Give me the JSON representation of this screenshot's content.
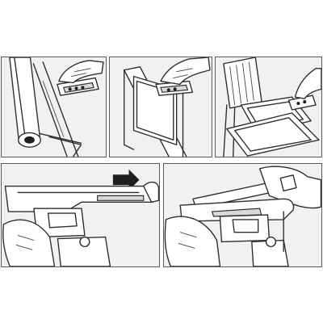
{
  "illustration": {
    "panels": [
      {
        "id": 1,
        "icon": "roll-and-stapler-icon"
      },
      {
        "id": 2,
        "icon": "frame-stapling-icon"
      },
      {
        "id": 3,
        "icon": "chair-seat-stapling-icon"
      },
      {
        "id": 4,
        "icon": "stapler-loading-arrow-icon"
      },
      {
        "id": 5,
        "icon": "stapler-closing-icon"
      }
    ],
    "colors": {
      "line": "#2e2e2e",
      "panel_bg": "#f1f1f1",
      "border": "#5a5a5a",
      "arrow": "#1f1f1f"
    }
  }
}
